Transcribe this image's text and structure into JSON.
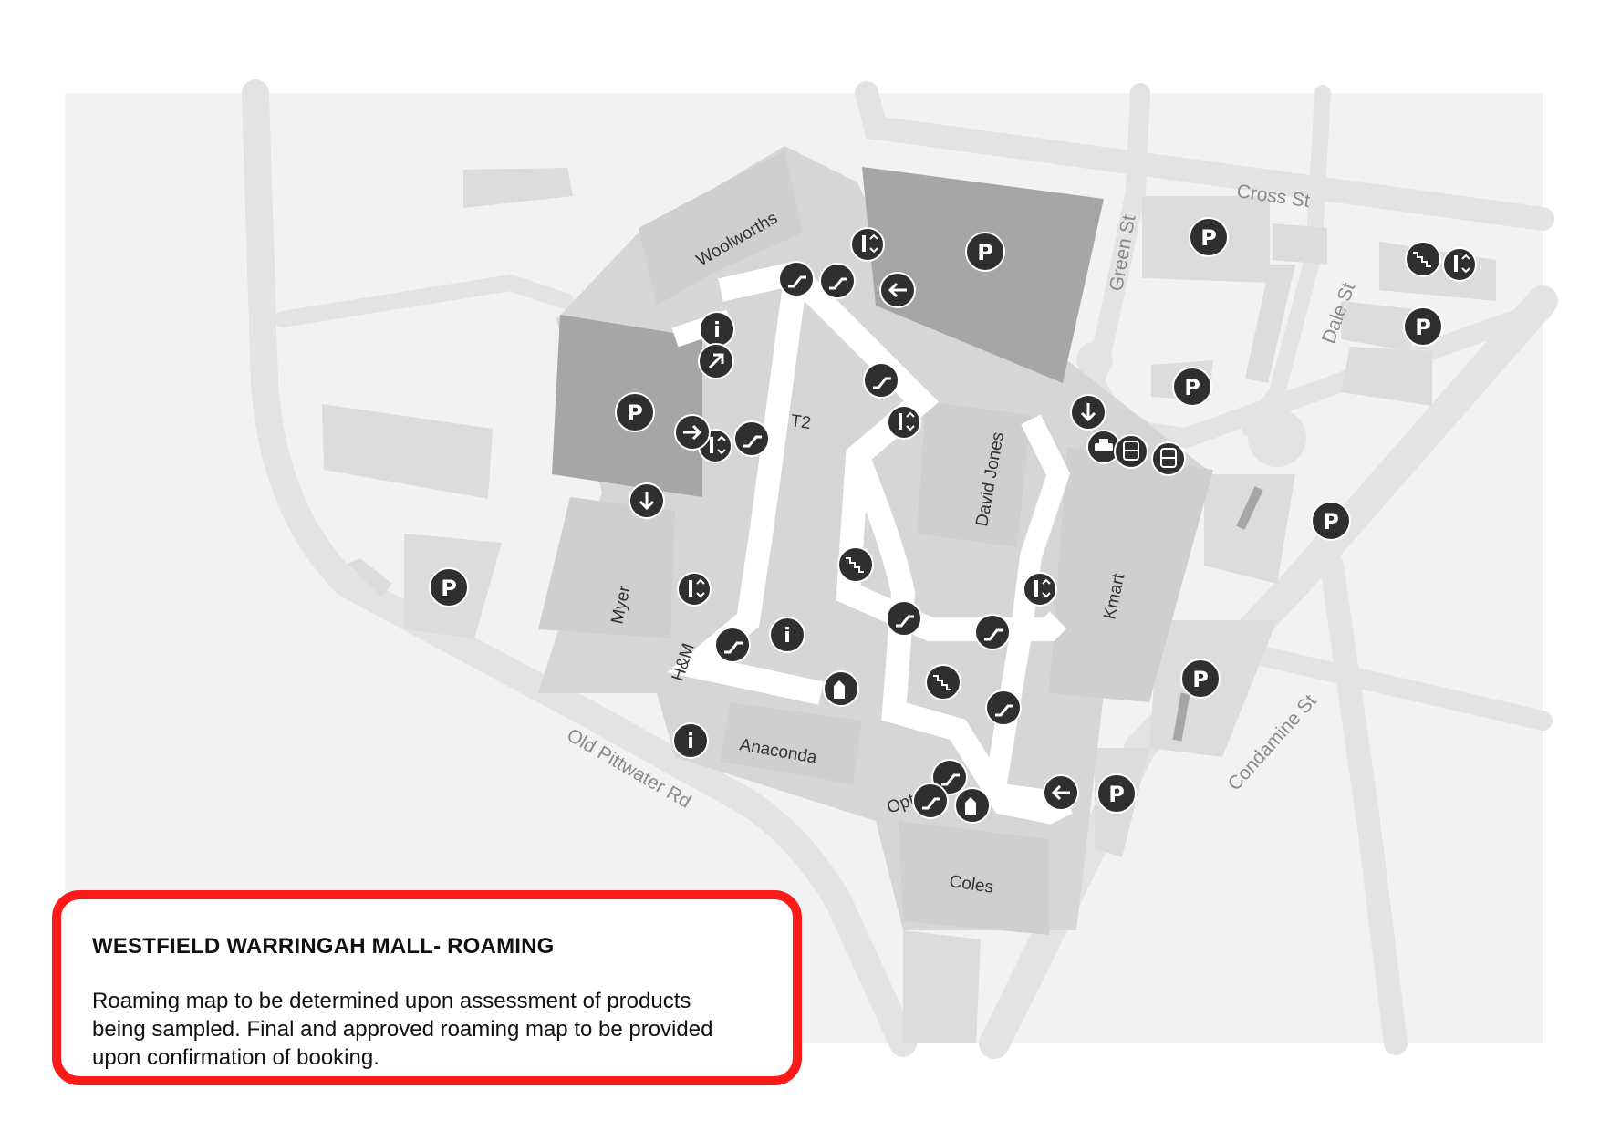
{
  "map": {
    "streets": [
      "Cross St",
      "Green St",
      "Dale St",
      "Condamine St",
      "Old Pittwater Rd"
    ],
    "stores": [
      "Woolworths",
      "Myer",
      "H&M",
      "Anaconda",
      "T2",
      "David Jones",
      "Kmart",
      "Coles",
      "Optus"
    ],
    "icons": {
      "parking": "P",
      "info": "i"
    },
    "colors": {
      "background": "#f2f2f2",
      "road": "#e3e3e3",
      "building": "#dcdcdc",
      "store_block": "#d2d2d2",
      "parking_block": "#a6a6a6",
      "walkway": "#ffffff",
      "icon": "#2f2f2f"
    }
  },
  "notice": {
    "title": "WESTFIELD WARRINGAH MALL- ROAMING",
    "body": "Roaming map to be determined upon assessment of products being sampled.  Final and approved roaming map to be provided upon confirmation of booking.",
    "border_color": "#ff1a1a"
  }
}
